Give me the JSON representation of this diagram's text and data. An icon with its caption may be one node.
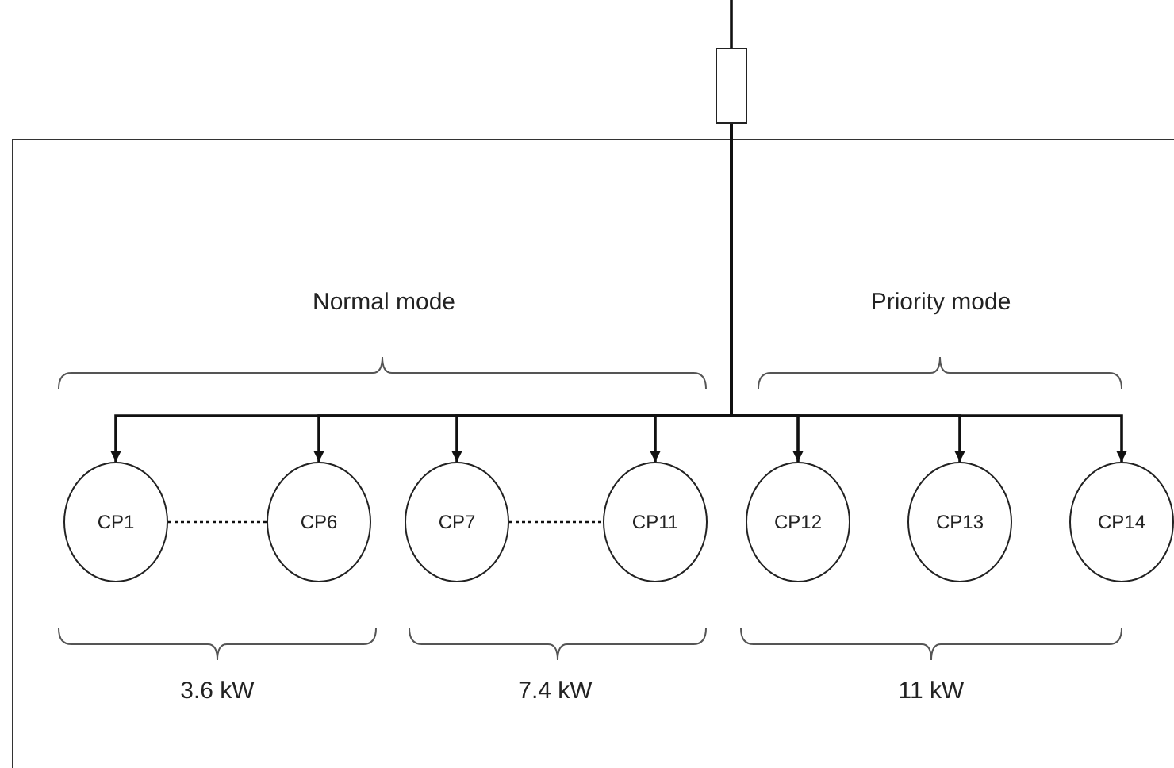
{
  "diagram": {
    "nodes": [
      {
        "text": [],
        "shape": "box"
      },
      {
        "text": [
          "CP1"
        ]
      },
      {
        "text": [
          "CP6"
        ]
      },
      {
        "text": [
          "CP7"
        ]
      },
      {
        "text": [
          "CP11"
        ]
      },
      {
        "text": [
          "CP12"
        ]
      },
      {
        "text": [
          "CP13"
        ]
      },
      {
        "text": [
          "CP14"
        ]
      }
    ],
    "edges": [
      {
        "from": null,
        "to": 0,
        "arrow": "none"
      },
      {
        "from": 0,
        "to": 1,
        "arrow": "to"
      },
      {
        "from": 0,
        "to": 2,
        "arrow": "to"
      },
      {
        "from": 0,
        "to": 3,
        "arrow": "to"
      },
      {
        "from": 0,
        "to": 4,
        "arrow": "to"
      },
      {
        "from": 0,
        "to": 5,
        "arrow": "to"
      },
      {
        "from": 0,
        "to": 6,
        "arrow": "to"
      },
      {
        "from": 0,
        "to": 7,
        "arrow": "to"
      },
      {
        "from": 1,
        "to": 2,
        "arrow": "none",
        "style": "dashed"
      },
      {
        "from": 3,
        "to": 4,
        "arrow": "none",
        "style": "dashed"
      }
    ],
    "labels": [
      "Normal mode",
      "Priority mode",
      "3.6 kW",
      "7.4 kW",
      "11 kW"
    ]
  }
}
